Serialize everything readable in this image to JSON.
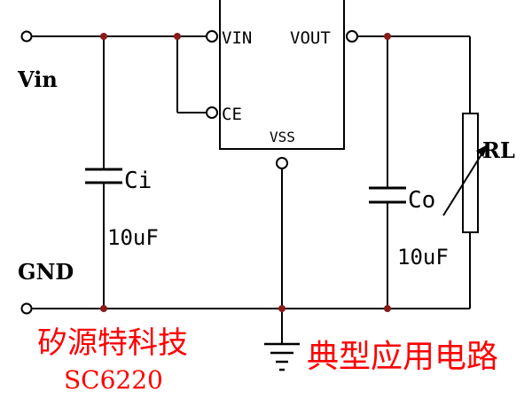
{
  "ic": {
    "pins": {
      "vin": "VIN",
      "vout": "VOUT",
      "ce": "CE",
      "vss": "VSS"
    }
  },
  "labels": {
    "vin": "Vin",
    "gnd": "GND",
    "ci_name": "Ci",
    "ci_value": "10uF",
    "co_name": "Co",
    "co_value": "10uF",
    "rl": "RL"
  },
  "caption": {
    "company": "矽源特科技",
    "part": "SC6220",
    "title": "典型应用电路"
  },
  "colors": {
    "wire": "#000000",
    "junction": "#8b1a1a",
    "caption": "#ff0000"
  }
}
